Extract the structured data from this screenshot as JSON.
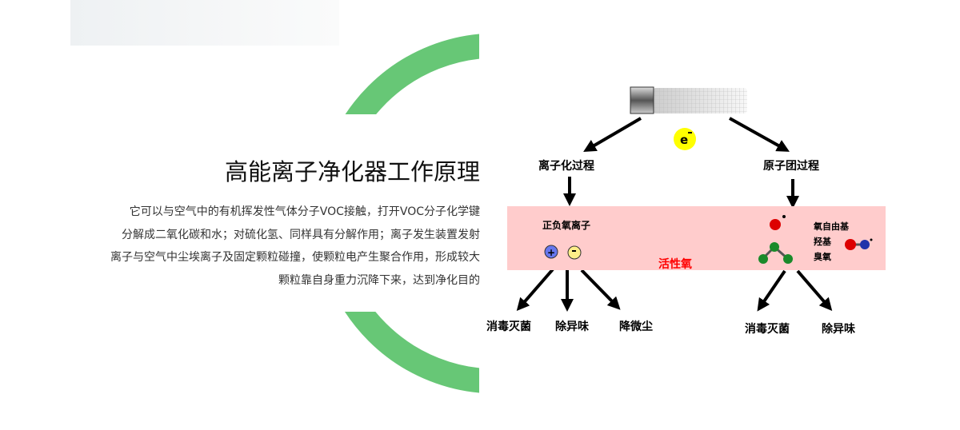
{
  "title": "高能离子净化器工作原理",
  "description": [
    "它可以与空气中的有机挥发性气体分子VOC接触，打开VOC分子化学键",
    "分解成二氧化碳和水；对硫化氢、同样具有分解作用；离子发生装置发射",
    "离子与空气中尘埃离子及固定颗粒碰撞，使颗粒电产生聚合作用，形成较大",
    "颗粒靠自身重力沉降下来，达到净化目的"
  ],
  "diagram": {
    "electron": "e",
    "left_process": "离子化过程",
    "right_process": "原子团过程",
    "ions_label": "正负氧离子",
    "active_oxygen": "活性氧",
    "radicals": [
      "氧自由基",
      "羟基",
      "臭氧"
    ],
    "left_results": [
      "消毒灭菌",
      "除异味",
      "降微尘"
    ],
    "right_results": [
      "消毒灭菌",
      "除异味"
    ]
  },
  "colors": {
    "accent": "#67c776",
    "band": "#ffcccc",
    "active": "#ff0000"
  }
}
